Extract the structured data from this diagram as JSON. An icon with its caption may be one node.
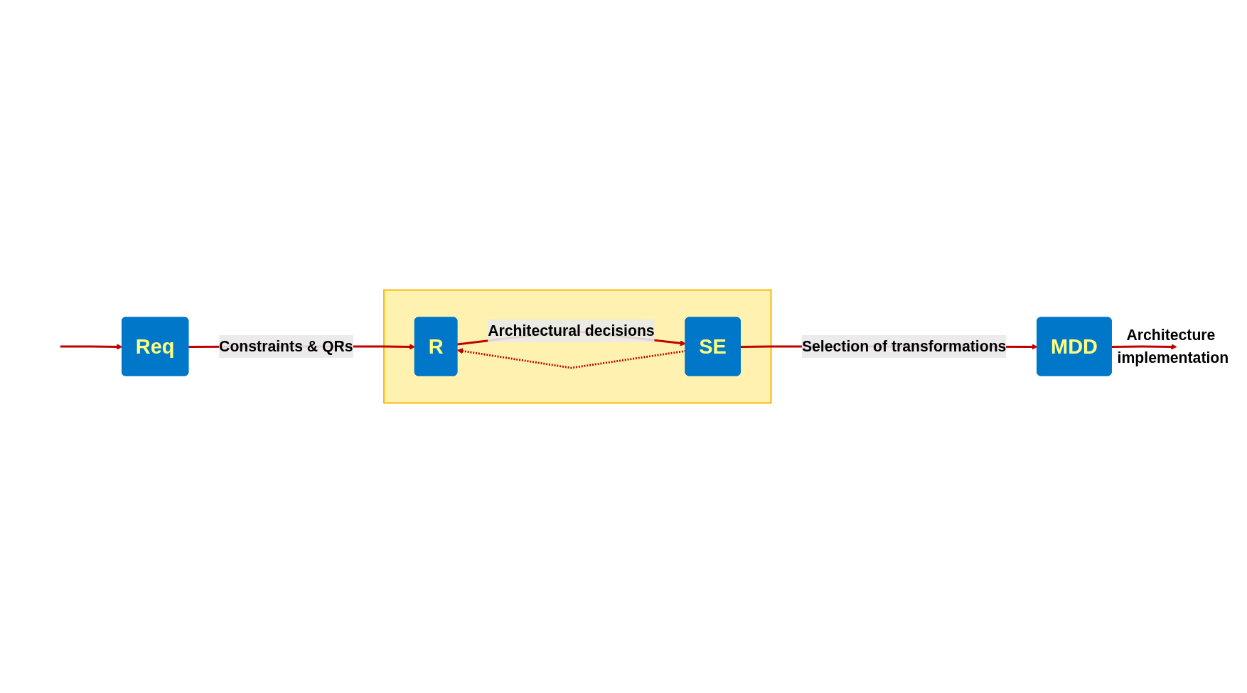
{
  "diagram": {
    "nodes": [
      {
        "text": [],
        "shape": "box"
      },
      {
        "text": [
          "Req"
        ]
      },
      {
        "text": [
          "R"
        ],
        "in": 0
      },
      {
        "text": [
          "SE"
        ],
        "in": 0
      },
      {
        "text": [
          "MDD"
        ]
      },
      {
        "text": [
          "Architecture implementation"
        ]
      }
    ],
    "edges": [
      {
        "from": null,
        "to": 1,
        "arrow": "to"
      },
      {
        "from": 1,
        "to": 2,
        "arrow": "to",
        "label": "Constraints & QRs"
      },
      {
        "from": 2,
        "to": 3,
        "arrow": "to",
        "label": "Architectural decisions"
      },
      {
        "from": 3,
        "to": 2,
        "arrow": "to",
        "style": "dashed"
      },
      {
        "from": 3,
        "to": 4,
        "arrow": "to",
        "label": "Selection of transformations"
      },
      {
        "from": 4,
        "to": 5,
        "arrow": "to"
      }
    ]
  }
}
